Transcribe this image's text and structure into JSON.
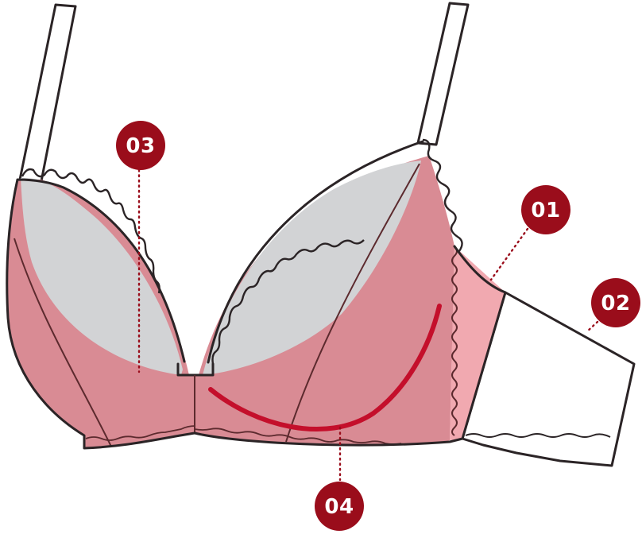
{
  "colors": {
    "badge": "#9a0d1b",
    "lining": "#d98b94",
    "side_panel": "#f1a9b0",
    "lace": "#d2d3d5",
    "strap": "#eef4f7",
    "wire": "#c40f2b",
    "outline": "#2b2426"
  },
  "callouts": [
    {
      "label": "01",
      "part": "side-panel"
    },
    {
      "label": "02",
      "part": "back-band"
    },
    {
      "label": "03",
      "part": "inner-lining"
    },
    {
      "label": "04",
      "part": "underwire"
    }
  ]
}
